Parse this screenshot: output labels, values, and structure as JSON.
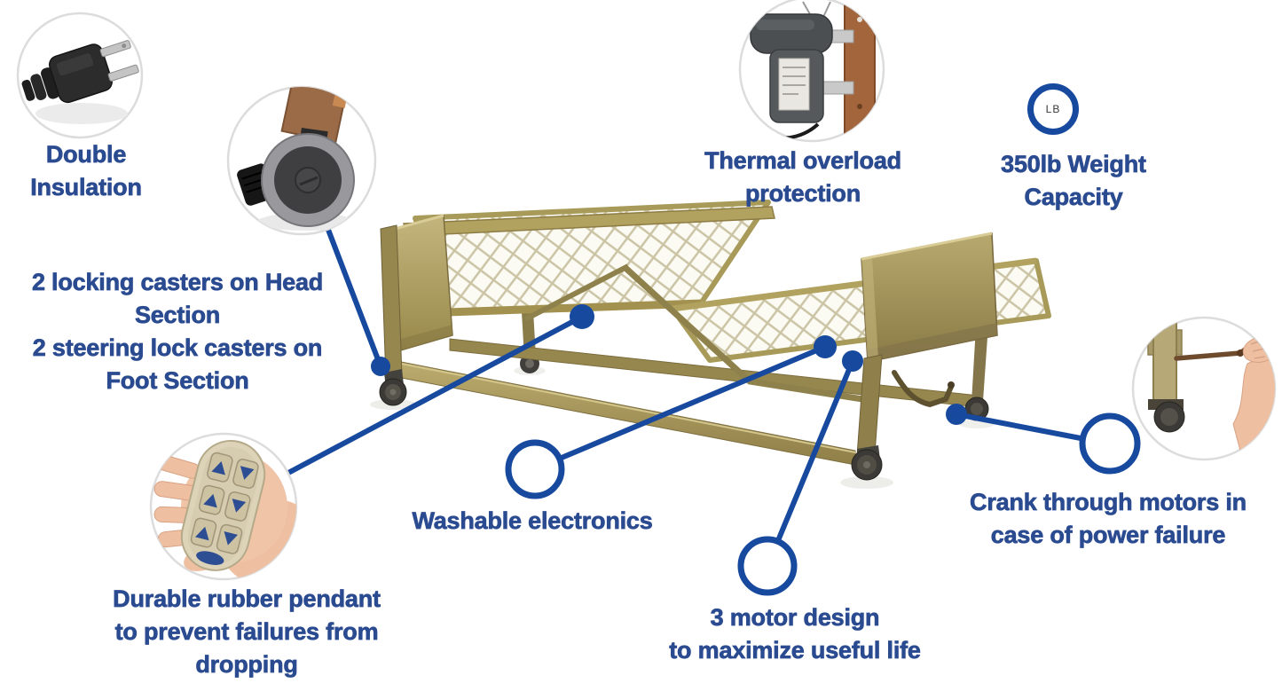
{
  "title": "Hospital bed feature infographic",
  "colors": {
    "background": "#ffffff",
    "accent_line": "#17499e",
    "label_text": "#2b4b91",
    "bed_tan": "#a3924f",
    "bed_tan_light": "#c6b87c",
    "bed_tan_dark": "#6f6238",
    "wheel_dark": "#3c3a37"
  },
  "weight_badge": {
    "label": "LB"
  },
  "callouts": [
    {
      "id": "double-insulation",
      "icon": "power-plug-photo",
      "label": "Double\nInsulation"
    },
    {
      "id": "locking-casters",
      "icon": "caster-wheel-photo",
      "label": "2 locking casters on Head\nSection\n2 steering lock casters on\nFoot Section"
    },
    {
      "id": "thermal-overload",
      "icon": "motor-photo",
      "label": "Thermal overload\nprotection"
    },
    {
      "id": "weight-capacity",
      "icon": "lb-ring-badge",
      "label": "350lb Weight\nCapacity"
    },
    {
      "id": "washable-electronics",
      "icon": "magnifier-ring",
      "label": "Washable electronics"
    },
    {
      "id": "three-motor-design",
      "icon": "magnifier-ring",
      "label": "3 motor design\nto maximize useful life"
    },
    {
      "id": "crank-through-motors",
      "icon": "hand-crank-photo",
      "label": "Crank through motors in\ncase of power failure"
    },
    {
      "id": "durable-pendant",
      "icon": "hand-pendant-photo",
      "label": "Durable rubber pendant\nto prevent failures from\ndropping"
    }
  ]
}
